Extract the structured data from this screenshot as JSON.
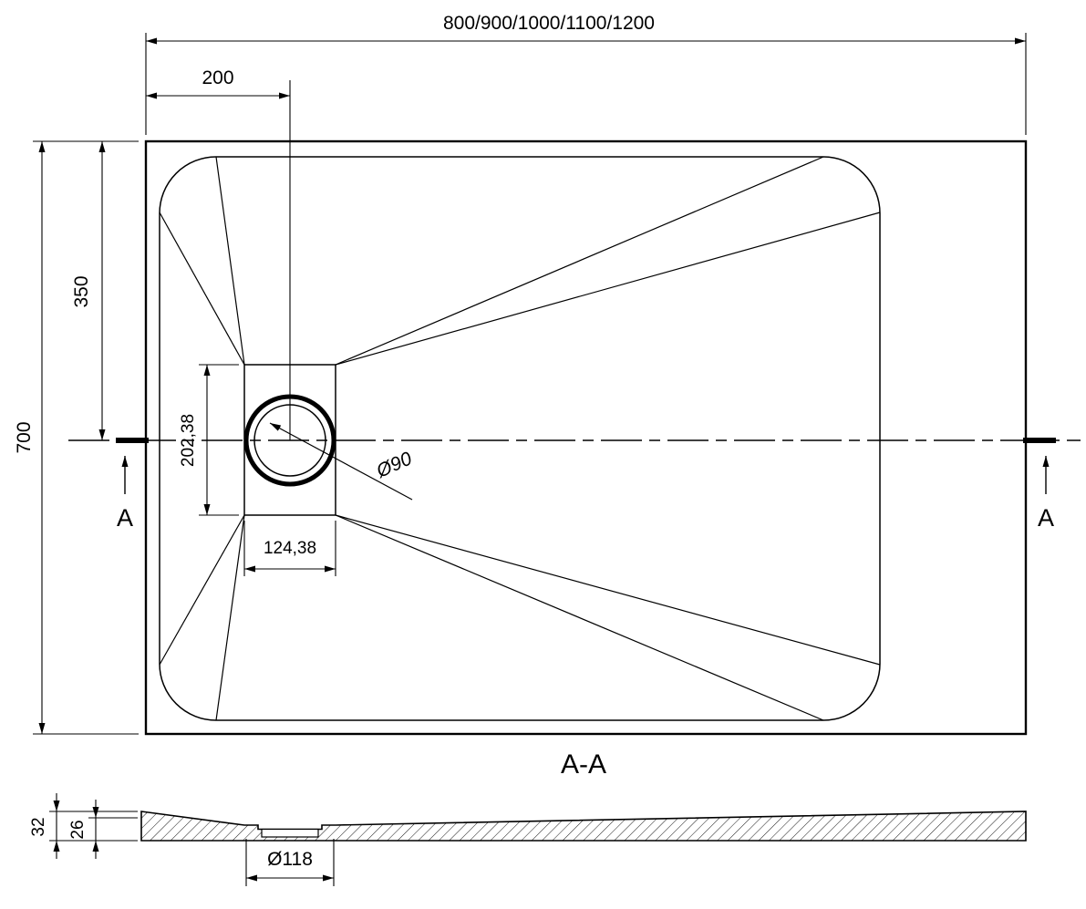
{
  "drawing": {
    "type": "shower-tray technical drawing",
    "colors": {
      "line": "#000000",
      "background": "#ffffff"
    }
  },
  "top_view": {
    "length_options": "800/900/1000/1100/1200",
    "drain_offset_from_left": "200",
    "width": "700",
    "drain_center_from_top": "350",
    "drain_recess_length": "202,38",
    "drain_recess_width": "124,38",
    "drain_diameter": "Ø90",
    "section_marker": "A"
  },
  "section_view": {
    "label": "A-A",
    "total_height": "32",
    "inner_height": "26",
    "drain_hole_diameter": "Ø118"
  }
}
